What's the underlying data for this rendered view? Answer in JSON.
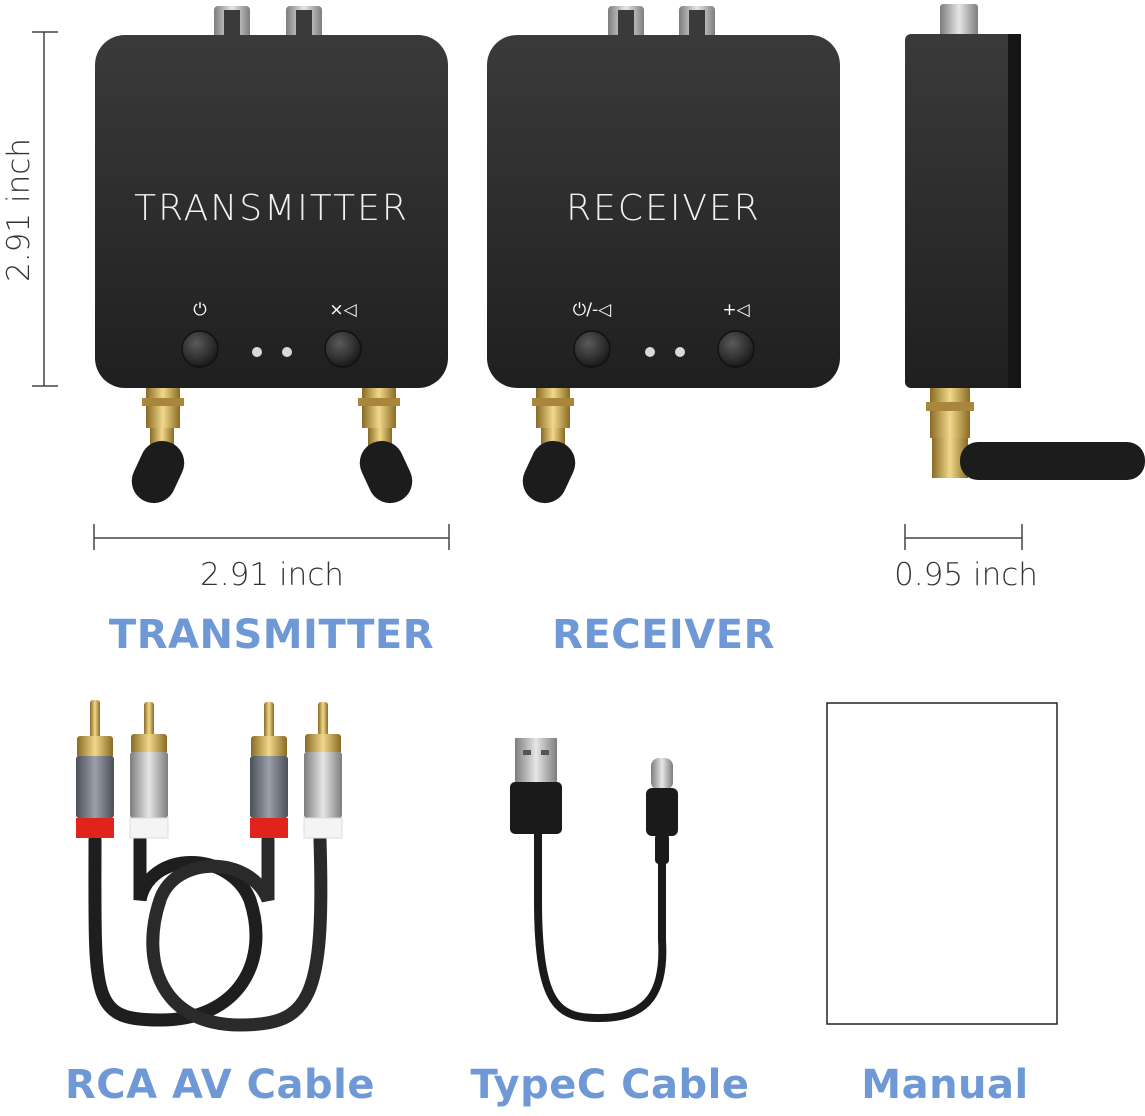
{
  "transmitter": {
    "label": "TRANSMITTER",
    "power_icon": "⏻",
    "mute_icon": "×◁"
  },
  "receiver": {
    "label": "RECEIVER",
    "power_vol_down_icon": "⏻/-◁",
    "vol_up_icon": "+◁"
  },
  "dimensions": {
    "height": "2.91 inch",
    "width": "2.91 inch",
    "depth": "0.95 inch"
  },
  "captions": {
    "transmitter": "TRANSMITTER",
    "receiver": "RECEIVER",
    "rca_cable": "RCA AV Cable",
    "typec_cable": "TypeC Cable",
    "manual": "Manual"
  },
  "colors": {
    "caption": "#6f98d6",
    "device_body": "#2b2b2b",
    "rca_red": "#e0241c",
    "gold": "#c9a64a"
  }
}
